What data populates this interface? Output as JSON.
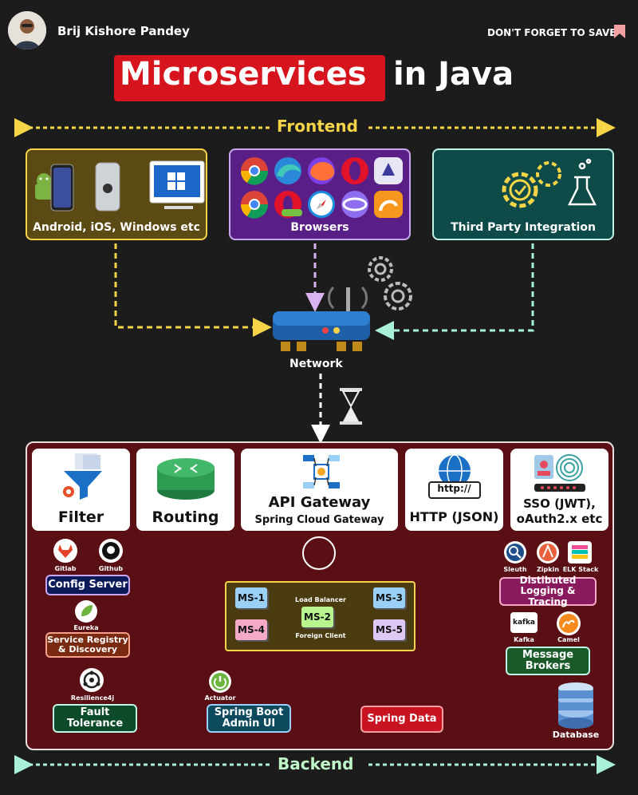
{
  "header": {
    "author": "Brij Kishore Pandey",
    "save_text": "DON'T FORGET TO SAVE"
  },
  "title": {
    "highlight": "Microservices",
    "rest": "in Java"
  },
  "frontend": {
    "label": "Frontend",
    "clients": [
      {
        "caption": "Android, iOS, Windows etc",
        "color": "#f5d547",
        "bg": "#5b4a13"
      },
      {
        "caption": "Browsers",
        "color": "#c9a6f0",
        "bg": "#5a1f86"
      },
      {
        "caption": "Third Party Integration",
        "color": "#bff5e6",
        "bg": "#0d4a48"
      }
    ]
  },
  "network": {
    "label": "Network"
  },
  "backend": {
    "label": "Backend",
    "cards": [
      {
        "label": "Filter"
      },
      {
        "label": "Routing"
      },
      {
        "label": "API Gateway",
        "sub": "Spring Cloud Gateway"
      },
      {
        "label": "HTTP (JSON)",
        "screen_text": "http://"
      },
      {
        "label": "SSO (JWT),",
        "sub": "oAuth2.x etc"
      }
    ],
    "icons": {
      "gitlab": "Gitlab",
      "github": "Github",
      "eureka": "Eureka",
      "resilience": "Resilience4j",
      "actuator": "Actuator",
      "sleuth": "Sleuth",
      "zipkin": "Zipkin",
      "elk": "ELK Stack",
      "kafka": "Kafka",
      "kafka_logo": "kafka",
      "camel": "Camel",
      "database": "Database"
    },
    "components": {
      "config_server": "Config Server",
      "service_registry": "Service Registry & Discovery",
      "fault_tolerance": "Fault Tolerance",
      "spring_boot_admin": "Spring Boot Admin UI",
      "spring_data": "Spring Data",
      "distributed_logging": "Distibuted Logging & Tracing",
      "message_brokers": "Message Brokers"
    },
    "cluster": {
      "load_balancer": "Load Balancer",
      "foreign_client": "Foreign Client",
      "services": [
        "MS-1",
        "MS-2",
        "MS-3",
        "MS-4",
        "MS-5"
      ]
    }
  },
  "colors": {
    "accent_red": "#d5141d",
    "dash_yellow": "#f5d547",
    "dash_teal": "#a8f0d8",
    "dash_pink": "#f4a9c8",
    "dash_blue": "#a9d8f0",
    "backend_bg": "#5a0f14"
  }
}
